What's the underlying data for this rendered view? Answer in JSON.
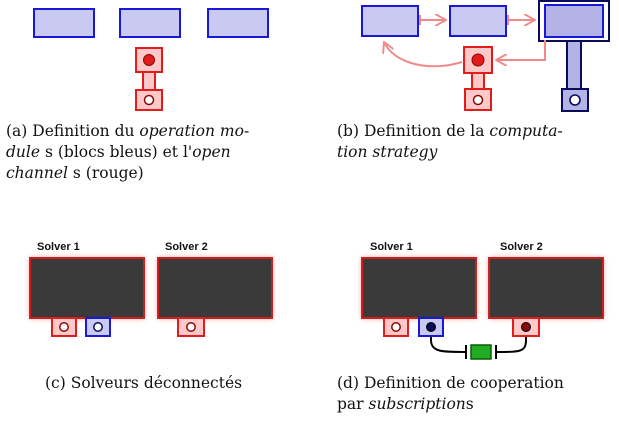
{
  "panels": {
    "a": {
      "caption": [
        "(a) Definition du ",
        "operation mo-",
        "",
        "dule",
        " s (blocs bleus) et l'",
        "open",
        "",
        "channel",
        " s (rouge)"
      ]
    },
    "b": {
      "caption": [
        "(b) Definition de la ",
        "computa-",
        "",
        "tion strategy",
        ""
      ]
    },
    "c": {
      "caption": [
        "(c) Solveurs déconnectés"
      ],
      "solver1": "Solver 1",
      "solver2": "Solver 2"
    },
    "d": {
      "caption": [
        "(d) Definition de cooperation",
        "par ",
        "subscription",
        "s"
      ],
      "solver1": "Solver 1",
      "solver2": "Solver 2"
    }
  },
  "colors": {
    "module_fill": "#c9c9f2",
    "module_stroke": "#1818d6",
    "channel_fill": "#ffc9c9",
    "channel_stroke": "#e21b1b",
    "strategy_fill": "#b3b3e8",
    "strategy_stroke": "#0b0b5c",
    "solver_fill": "#3a3a3a",
    "solver_stroke": "#cc2020",
    "link_color": "#f08a8a",
    "connector_green": "#22aa22"
  }
}
